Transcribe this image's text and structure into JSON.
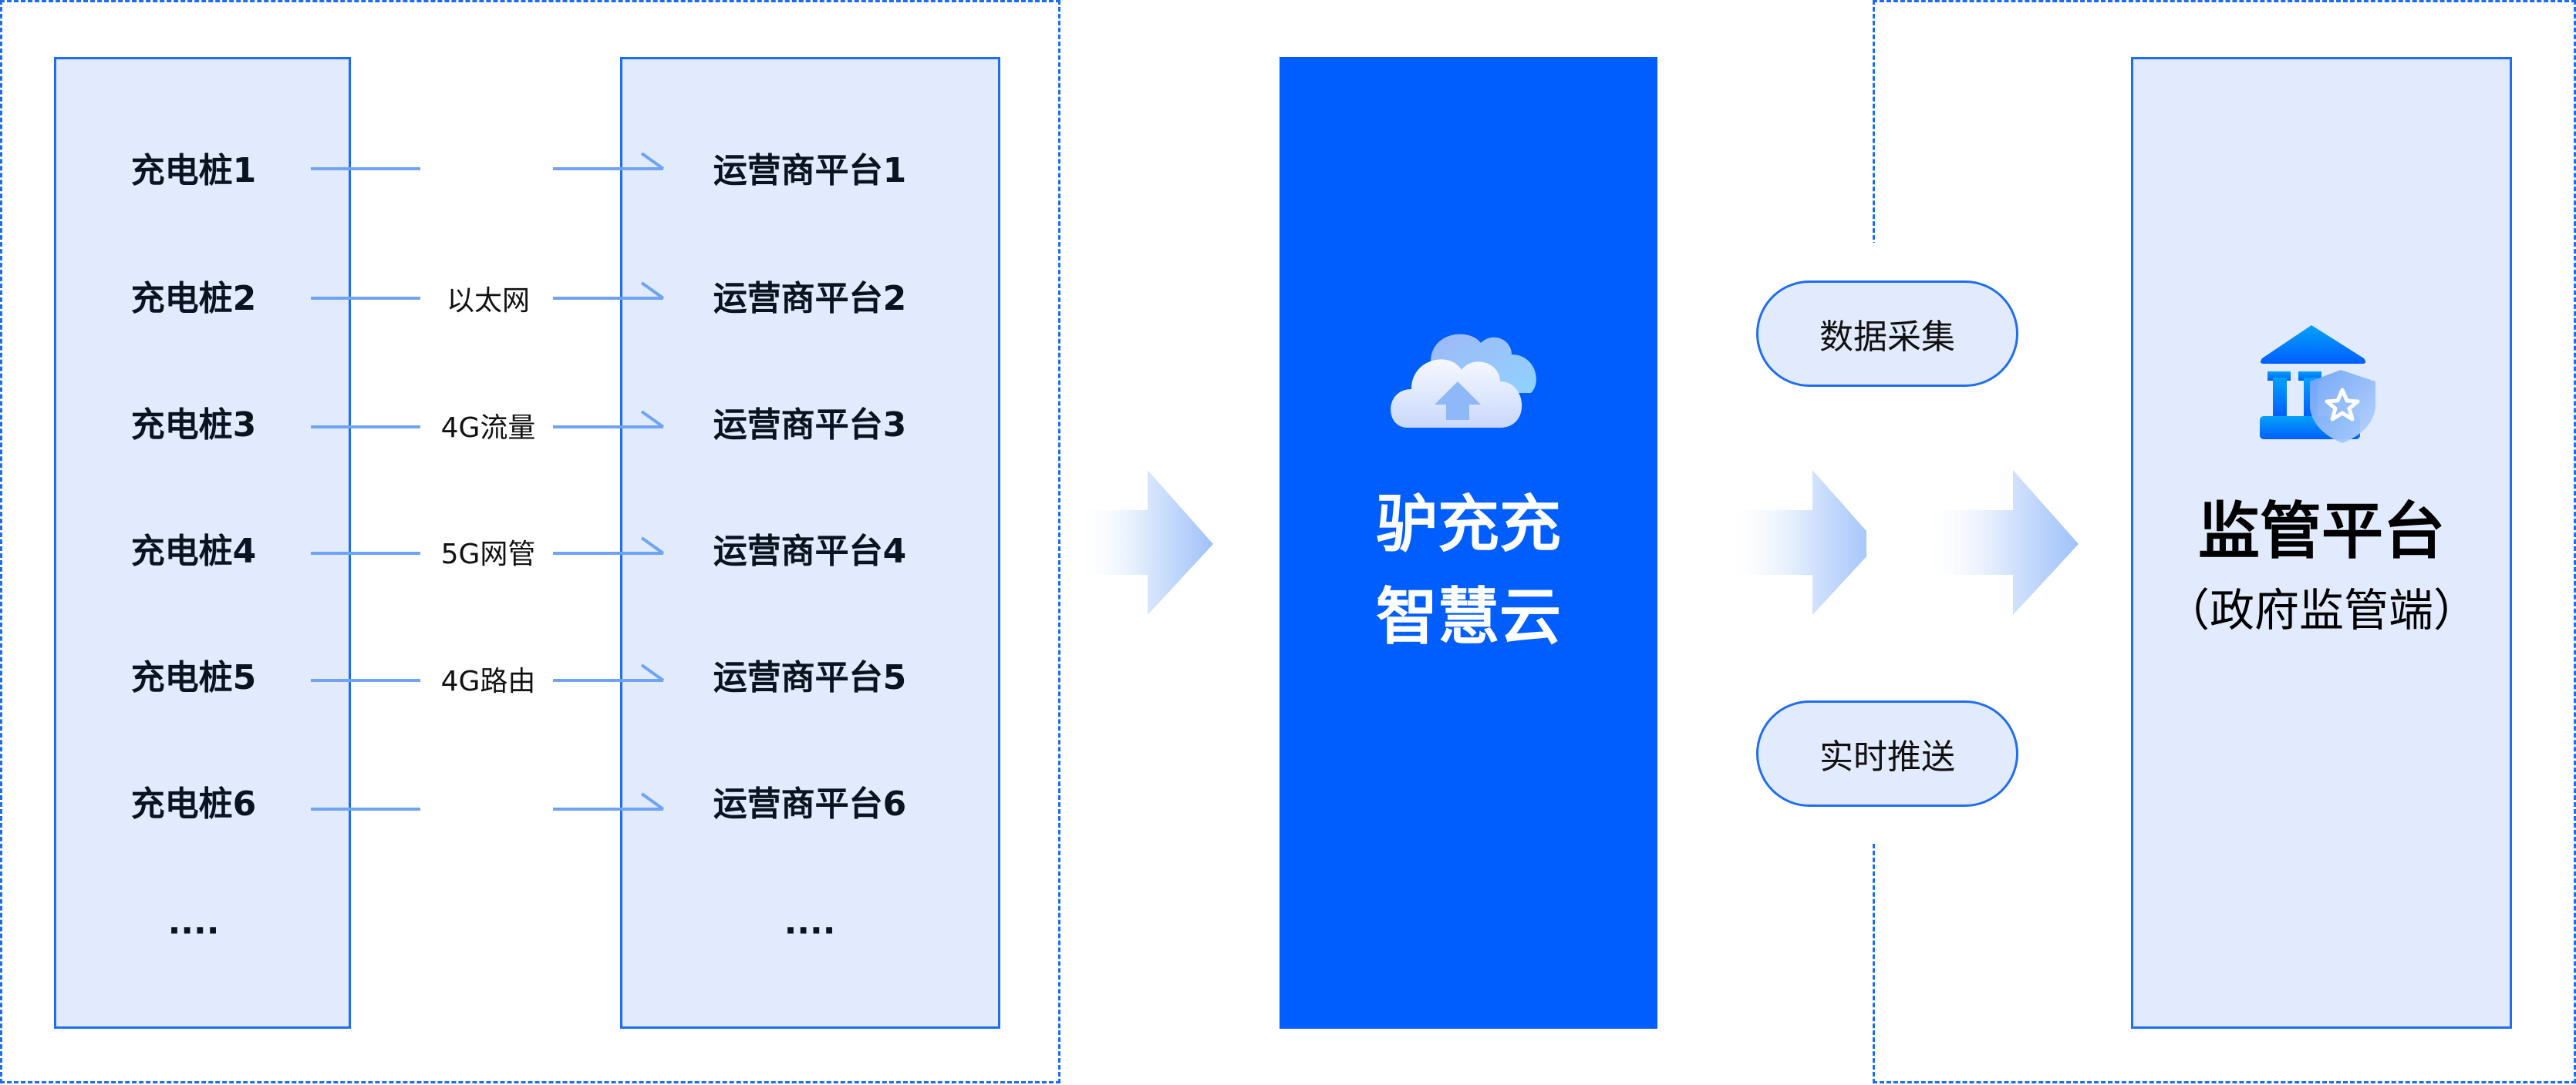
{
  "charging_piles": {
    "items": [
      "充电桩1",
      "充电桩2",
      "充电桩3",
      "充电桩4",
      "充电桩5",
      "充电桩6"
    ],
    "more": "····"
  },
  "connections": [
    "",
    "以太网",
    "4G流量",
    "5G网管",
    "4G路由",
    ""
  ],
  "operator_platforms": {
    "items": [
      "运营商平台1",
      "运营商平台2",
      "运营商平台3",
      "运营商平台4",
      "运营商平台5",
      "运营商平台6"
    ],
    "more": "····"
  },
  "cloud": {
    "icon": "cloud-upload-icon",
    "title_line1": "驴充充",
    "title_line2": "智慧云"
  },
  "actions": {
    "collect": "数据采集",
    "push": "实时推送"
  },
  "regulator": {
    "icon": "government-building-shield-icon",
    "title": "监管平台",
    "subtitle": "（政府监管端）"
  },
  "colors": {
    "accent": "#005efe",
    "panel_fill": "#e2ebfd",
    "panel_border": "#1f6df2",
    "connector": "#6fa3f6"
  }
}
